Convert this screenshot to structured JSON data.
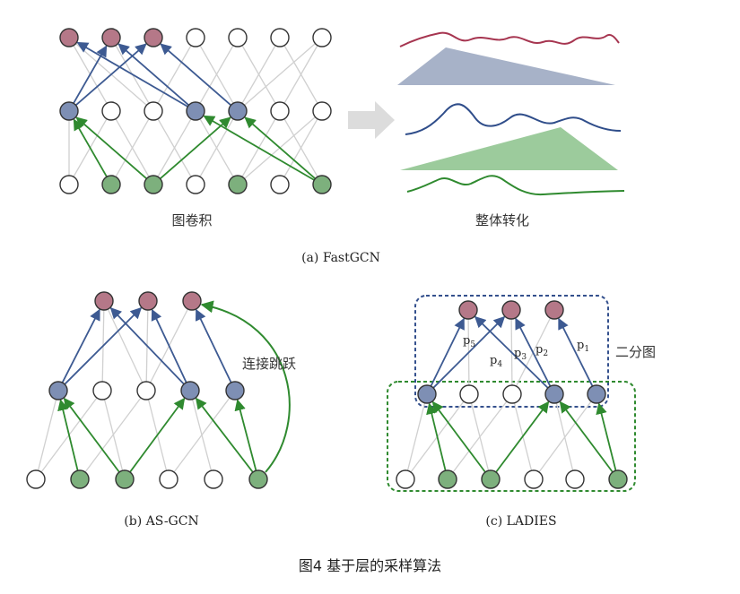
{
  "colors": {
    "top": "#b57888",
    "mid": "#7e8fb4",
    "bottom": "#7db07d",
    "blue_edge": "#3d5a92",
    "green_edge": "#2f8a2f",
    "gray_edge": "#d0d0d0",
    "blue_dash": "#34508d",
    "green_dash": "#2f8a2f",
    "red_curve": "#a63550",
    "blue_curve": "#2f4d8a",
    "green_curve": "#2f8a2f",
    "blue_fill": "#a7b2c8",
    "green_fill": "#9ccb9c"
  },
  "panel_a": {
    "left_label": "图卷积",
    "right_label": "整体转化",
    "caption": "(a) FastGCN",
    "top_row": [
      "sampled",
      "sampled",
      "sampled",
      "empty",
      "empty",
      "empty",
      "empty"
    ],
    "mid_row": [
      "sampled",
      "empty",
      "empty",
      "sampled",
      "sampled",
      "empty",
      "empty"
    ],
    "bottom_row": [
      "empty",
      "sampled",
      "sampled",
      "empty",
      "sampled",
      "empty",
      "sampled"
    ]
  },
  "panel_b": {
    "skip_label": "连接跳跃",
    "caption": "(b) AS-GCN",
    "top_row": [
      "sampled",
      "sampled",
      "sampled"
    ],
    "mid_row": [
      "sampled",
      "empty",
      "empty",
      "sampled",
      "sampled"
    ],
    "bottom_row": [
      "empty",
      "sampled",
      "sampled",
      "empty",
      "empty",
      "sampled"
    ]
  },
  "panel_c": {
    "bipartite_label": "二分图",
    "caption": "(c) LADIES",
    "prob_labels": [
      {
        "base": "p",
        "sub": "5"
      },
      {
        "base": "p",
        "sub": "4"
      },
      {
        "base": "p",
        "sub": "3"
      },
      {
        "base": "p",
        "sub": "2"
      },
      {
        "base": "p",
        "sub": "1"
      }
    ],
    "top_row": [
      "sampled",
      "sampled",
      "sampled"
    ],
    "mid_row": [
      "sampled",
      "empty",
      "empty",
      "sampled",
      "sampled"
    ],
    "bottom_row": [
      "empty",
      "sampled",
      "sampled",
      "empty",
      "empty",
      "sampled"
    ]
  },
  "figure_caption": "图4 基于层的采样算法"
}
